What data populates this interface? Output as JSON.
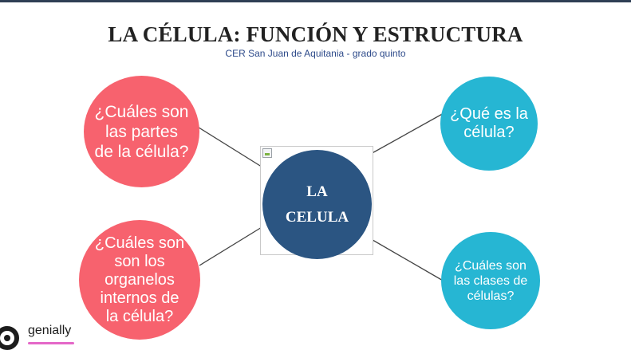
{
  "header": {
    "title": "LA CÉLULA: FUNCIÓN Y ESTRUCTURA",
    "subtitle": "CER San Juan de Aquitania - grado quinto"
  },
  "mindmap": {
    "center": {
      "line1": "LA",
      "line2": "CELULA",
      "color": "#2b5582"
    },
    "nodes": {
      "parts": {
        "lines": [
          "¿Cuáles son",
          "las partes",
          "de la célula?"
        ],
        "color": "#f7626e"
      },
      "organelles": {
        "lines": [
          "¿Cuáles son",
          "son los",
          "organelos",
          "internos de",
          "la célula?"
        ],
        "color": "#f7626e"
      },
      "definition": {
        "lines": [
          "¿Qué es la",
          "célula?"
        ],
        "color": "#26b6d3"
      },
      "classes": {
        "lines": [
          "¿Cuáles son",
          "las clases de",
          "células?"
        ],
        "color": "#26b6d3"
      }
    },
    "connector_color": "#444444"
  },
  "branding": {
    "logo_text": "genially",
    "logo_icon": "genially-logo-icon",
    "accent": "#e468c8"
  },
  "placeholder_icon": "broken-image-icon"
}
